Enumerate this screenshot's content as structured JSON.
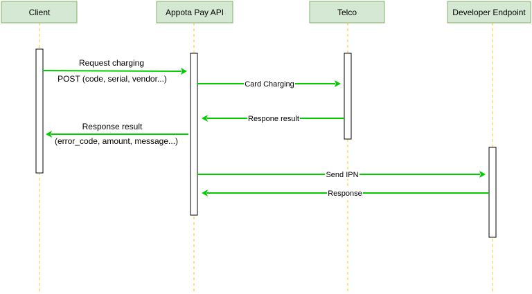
{
  "actors": [
    {
      "id": "client",
      "label": "Client"
    },
    {
      "id": "api",
      "label": "Appota Pay API"
    },
    {
      "id": "telco",
      "label": "Telco"
    },
    {
      "id": "dev",
      "label": "Developer Endpoint"
    }
  ],
  "messages": [
    {
      "id": "request-charging",
      "from": "client",
      "to": "api",
      "label": "Request charging",
      "sublabel": "POST (code, serial, vendor...)"
    },
    {
      "id": "card-charging",
      "from": "api",
      "to": "telco",
      "label": "Card Charging",
      "sublabel": ""
    },
    {
      "id": "respone-result",
      "from": "telco",
      "to": "api",
      "label": "Respone result",
      "sublabel": ""
    },
    {
      "id": "response-result",
      "from": "api",
      "to": "client",
      "label": "Response result",
      "sublabel": "(error_code, amount, message...)"
    },
    {
      "id": "send-ipn",
      "from": "api",
      "to": "dev",
      "label": "Send IPN",
      "sublabel": ""
    },
    {
      "id": "response",
      "from": "dev",
      "to": "api",
      "label": "Response",
      "sublabel": ""
    }
  ],
  "colors": {
    "actor_fill": "#d5e8d4",
    "actor_stroke": "#82b366",
    "lifeline": "#ffd966",
    "arrow": "#00cc00",
    "activation_stroke": "#000000"
  }
}
